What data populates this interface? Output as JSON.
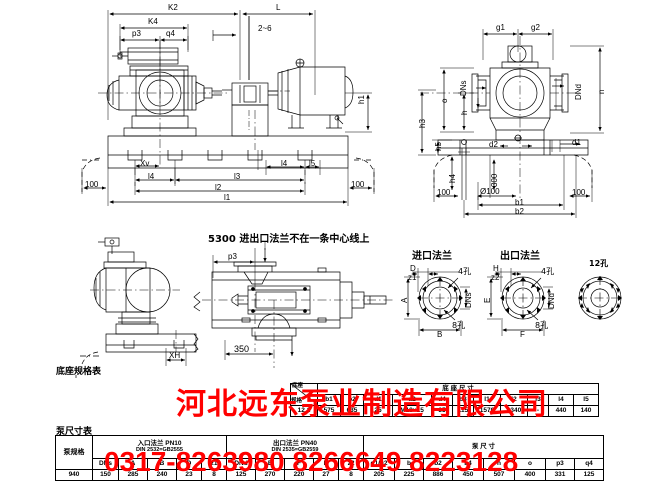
{
  "drawings": {
    "front_view": {
      "name": "front-assembly-view",
      "dimension_labels": [
        "K2",
        "L",
        "K4",
        "p3",
        "q4",
        "2~6",
        "h1",
        "Xv",
        "l4",
        "l5",
        "l3",
        "l2",
        "l1",
        "100",
        "100"
      ]
    },
    "right_view": {
      "name": "end-section-view",
      "dimension_labels": [
        "g1",
        "g2",
        "DNs",
        "DNd",
        "n",
        "o",
        "h",
        "h3",
        "h5",
        "h4",
        "d1",
        "d2",
        "300",
        "Ø100",
        "b1",
        "b2",
        "100",
        "100"
      ]
    },
    "left_bottom_view": {
      "name": "left-end-view",
      "dimension_labels": [
        "XH"
      ]
    },
    "plan_view": {
      "name": "top-plan-view",
      "note": "5300  进出口法兰不在一条中心线上",
      "dimension_labels": [
        "p3",
        "350"
      ]
    },
    "flanges": {
      "inlet_title": "进口法兰",
      "outlet_title": "出口法兰",
      "inlet_labels": [
        "D",
        "z1",
        "4孔",
        "8孔",
        "A",
        "B",
        "DNs"
      ],
      "outlet_labels": [
        "H",
        "z2",
        "4孔",
        "8孔",
        "E",
        "F",
        "DNd"
      ],
      "third_label": "12孔"
    }
  },
  "watermark": {
    "company": "河北远东泵业制造有限公司",
    "phone": "0317-8263980  8266649  8223128"
  },
  "base_table": {
    "caption": "底座规格表",
    "corner_top": "底座",
    "corner_bottom": "规格",
    "merged_header": "底 座 尺 寸",
    "headers": [
      "b1",
      "b2",
      "d1",
      "d2",
      "d4",
      "b3",
      "l1",
      "l2",
      "l3",
      "l4",
      "l5"
    ],
    "row_label": "12.1",
    "values": [
      "575",
      "635",
      "25",
      "M18×15",
      "35",
      "115",
      "1570",
      "1340",
      "-",
      "440",
      "140"
    ]
  },
  "pump_table": {
    "caption": "泵尺寸表",
    "corner": "泵规格",
    "group_inlet_line1": "入口法兰 PN10",
    "group_inlet_line2": "DIN 2532=GB2555",
    "group_outlet_line1": "出口法兰 PN40",
    "group_outlet_line2": "DIN 2535=GB2559",
    "group_pump": "泵 尺 寸",
    "headers": [
      "DNs",
      "A",
      "B",
      "D",
      "z1",
      "DNd",
      "E",
      "F",
      "H",
      "z2",
      "g1/g2",
      "b",
      "b2",
      "b4",
      "n",
      "o",
      "p3",
      "q4"
    ],
    "row_label": "940",
    "values": [
      "150",
      "285",
      "240",
      "23",
      "8",
      "125",
      "270",
      "220",
      "27",
      "8",
      "205",
      "225",
      "886",
      "450",
      "507",
      "400",
      "331",
      "125"
    ]
  }
}
